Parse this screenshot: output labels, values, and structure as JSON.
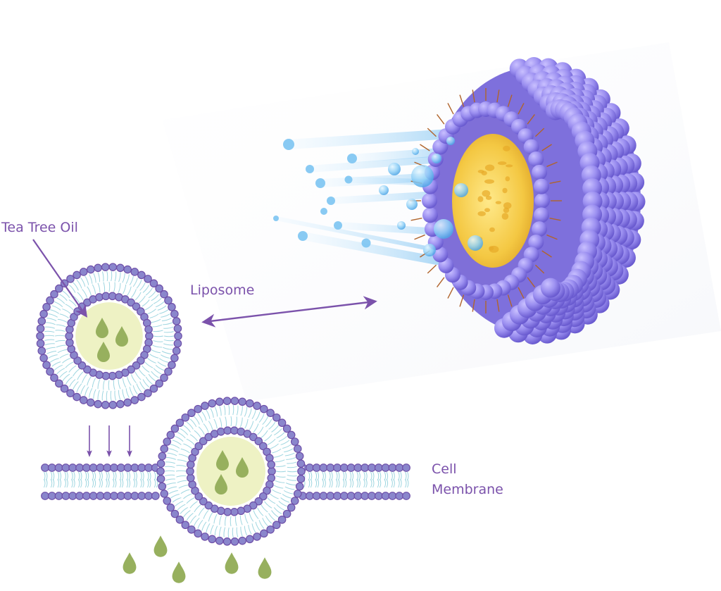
{
  "diagram": {
    "title": "Liposome delivery of tea tree oil through the cell membrane",
    "labels": {
      "tea_tree_oil": "Tea Tree Oil",
      "liposome": "Liposome",
      "cell": "Cell",
      "membrane": "Membrane"
    },
    "colors": {
      "label_purple": "#7b52ab",
      "arrow_purple": "#7b52ab",
      "lipid_head": "#8a86cc",
      "lipid_head_outline": "#6e4fa8",
      "lipid_tail": "#9fd6e0",
      "core_fill": "#eef2c4",
      "oil_drop": "#97b05e",
      "render_head": "#9b8ff0",
      "render_core": "#f4c843",
      "render_particles": "#7cc4f2"
    },
    "free_liposome": {
      "oil_drops_inside": 3
    },
    "fusing_liposome": {
      "oil_drops_inside": 3
    },
    "incoming_arrows": 3,
    "released_oil_drops": 5,
    "relationship": "double-headed arrow linking schematic liposome to 3D rendered liposome"
  }
}
